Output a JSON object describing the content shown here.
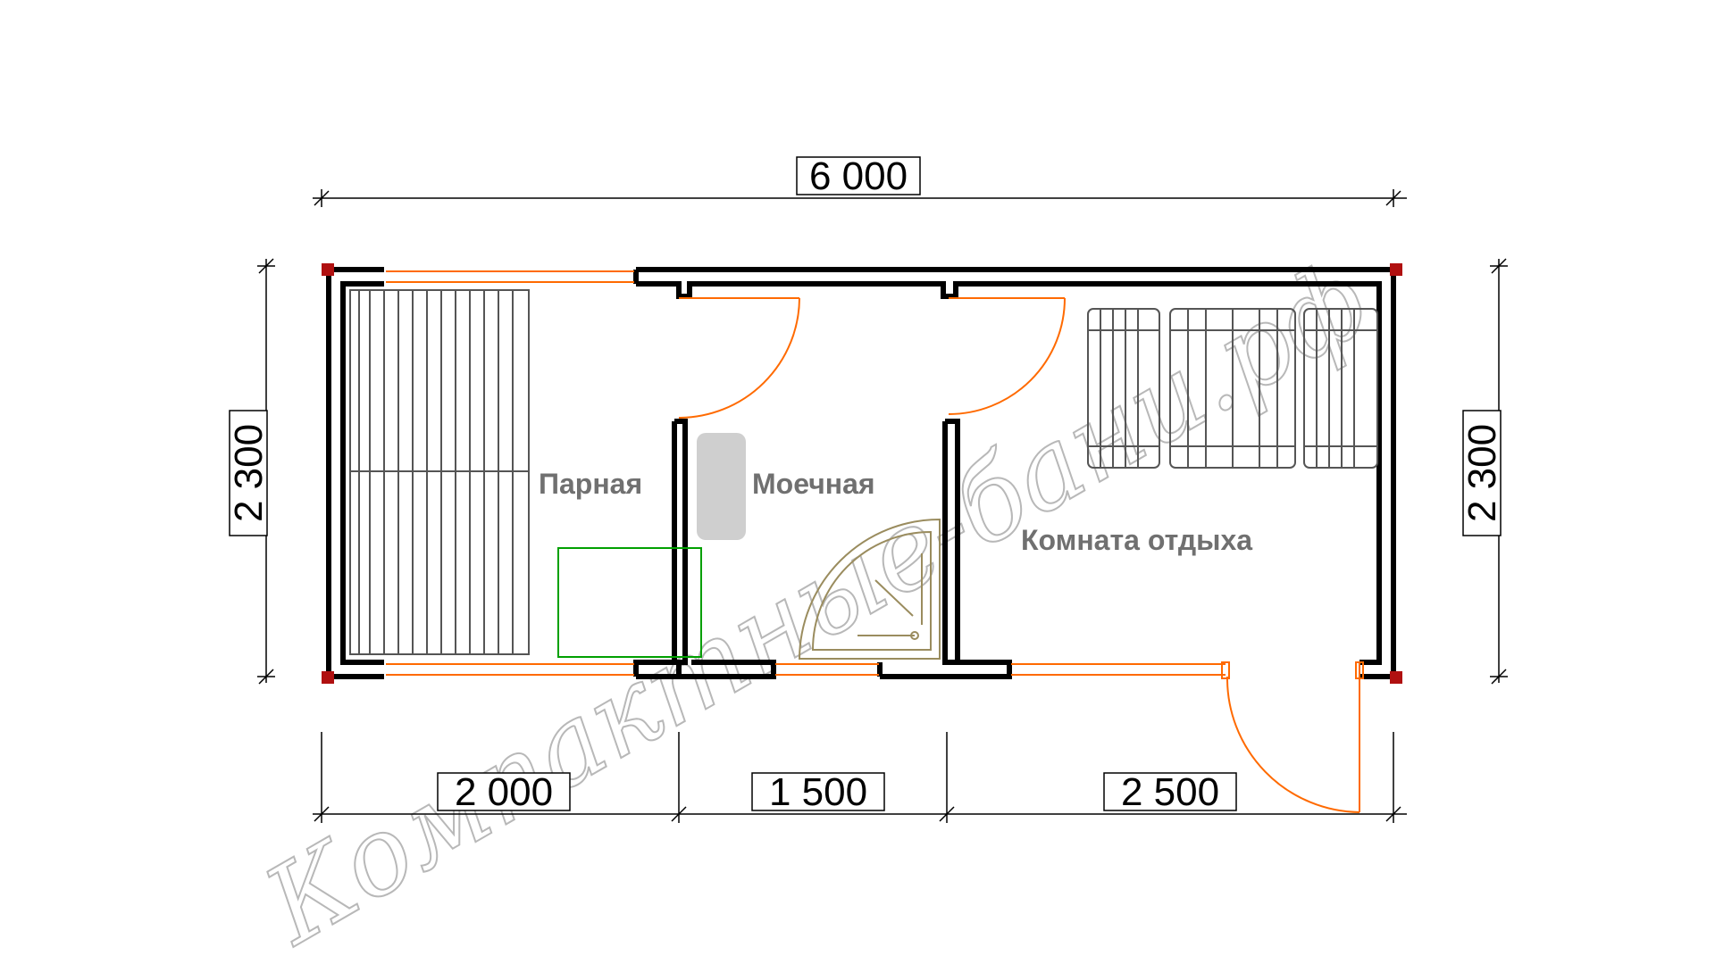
{
  "dimensions": {
    "total_length": "6 000",
    "width_left": "2 300",
    "width_right": "2 300",
    "section_steam": "2 000",
    "section_wash": "1 500",
    "section_rest": "2 500"
  },
  "rooms": {
    "steam_room": "Парная",
    "washroom": "Моечная",
    "rest_room": "Комната отдыха"
  },
  "watermark": "Компактные-бани.рф",
  "colors": {
    "wall": "#000000",
    "window_door": "#ff6a00",
    "corner_post": "#b01010",
    "stove": "#00a000",
    "shower": "#9a8c5e",
    "water_tank": "#cfcfcf"
  }
}
